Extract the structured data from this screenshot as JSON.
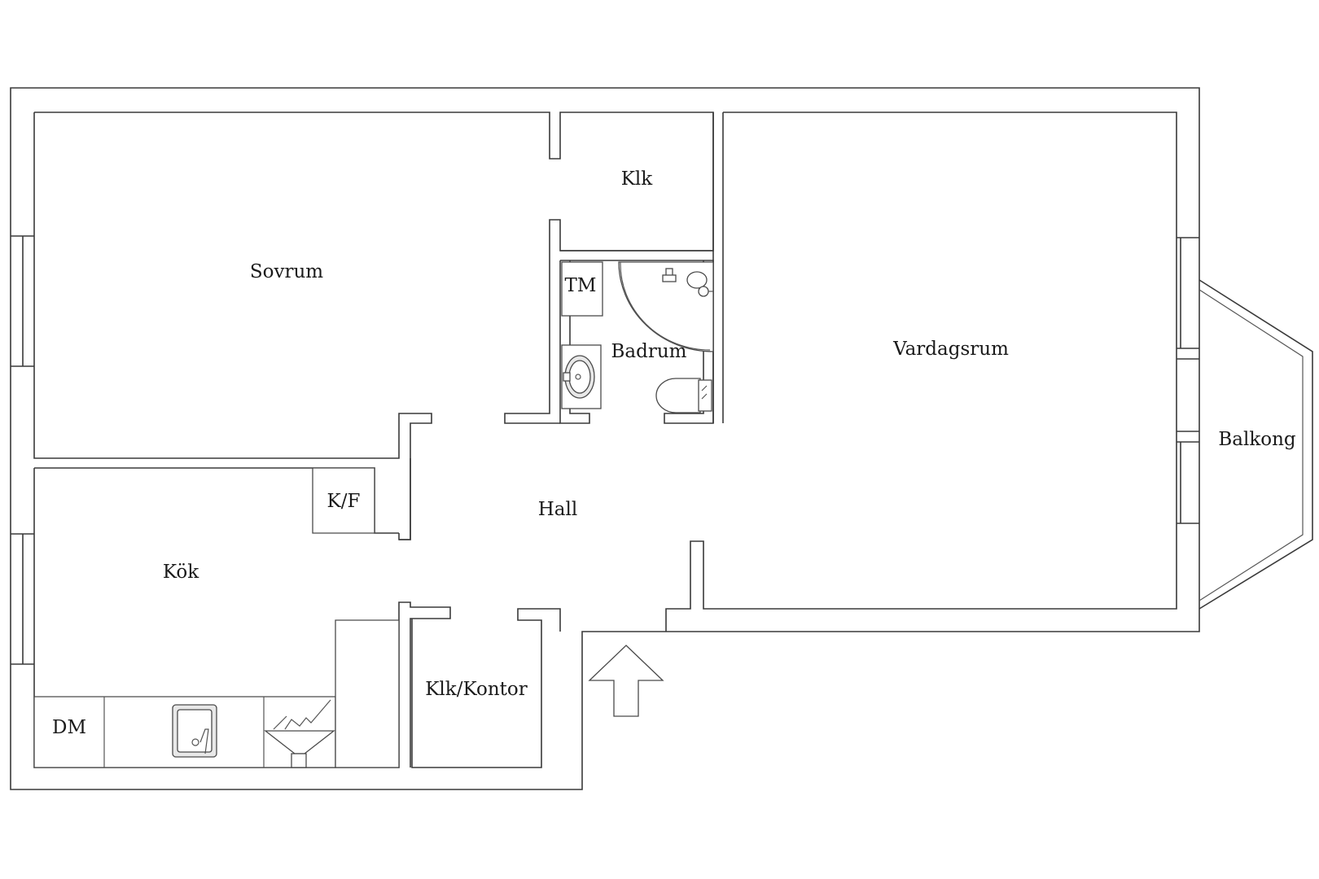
{
  "rooms": {
    "sovrum": "Sovrum",
    "klk_top": "Klk",
    "tm": "TM",
    "badrum": "Badrum",
    "vardagsrum": "Vardagsrum",
    "balkong": "Balkong",
    "kf": "K/F",
    "hall": "Hall",
    "kok": "Kök",
    "dm": "DM",
    "klk_kontor": "Klk/Kontor"
  },
  "icons": [
    "entrance-arrow-icon",
    "sink-icon",
    "stove-hood-icon",
    "shower-icon",
    "washbasin-icon",
    "toilet-icon"
  ]
}
